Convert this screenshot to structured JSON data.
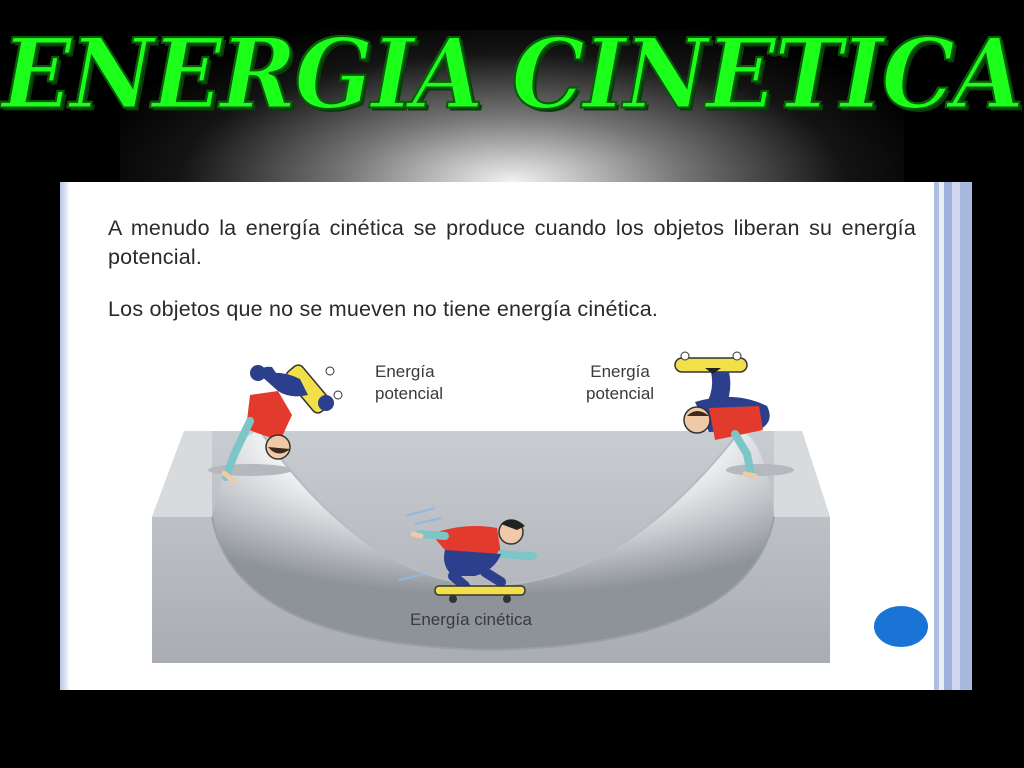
{
  "slide": {
    "title": "ENERGIA  CINETICA",
    "paragraph1": "A menudo la energía cinética se produce cuando los objetos liberan su energía potencial.",
    "paragraph2": "Los objetos que no se mueven no tiene energía cinética.",
    "illustration": {
      "label_left": "Energía\npotencial",
      "label_right": "Energía\npotencial",
      "label_bottom": "Energía cinética"
    }
  },
  "colors": {
    "title": "#1bff1b",
    "background": "#000000",
    "panel": "#ffffff",
    "dot": "#1a74d6"
  }
}
